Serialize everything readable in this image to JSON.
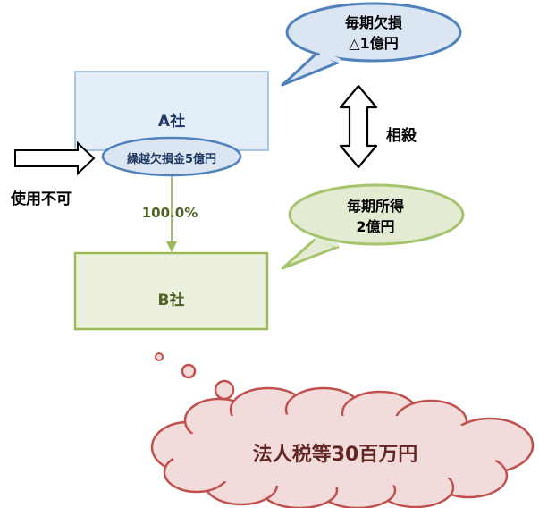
{
  "company_a": {
    "label": "A社",
    "carryover_label": "繰越欠損金5億円"
  },
  "company_b": {
    "label": "B社"
  },
  "ownership": {
    "percent": "100.0%"
  },
  "unusable_label": "使用不可",
  "offset_label": "相殺",
  "bubble_loss": {
    "line1": "毎期欠損",
    "line2": "△1億円"
  },
  "bubble_income": {
    "line1": "毎期所得",
    "line2": "2億円"
  },
  "thought_cloud": {
    "label": "法人税等30百万円"
  },
  "colors": {
    "box_a_fill": "#e3eef9",
    "box_a_border": "#8fb4df",
    "oval_fill": "#dce6f2",
    "oval_border": "#4f81bd",
    "box_b_fill": "#ebf1de",
    "box_b_border": "#9bbb59",
    "bubble_income_fill": "#e4ebd3",
    "bubble_income_border": "#a6c46e",
    "cloud_fill": "#f2dcdb",
    "cloud_border": "#c0504d",
    "arrow_green": "#9bbb59",
    "dark_text": "#1f3864"
  }
}
